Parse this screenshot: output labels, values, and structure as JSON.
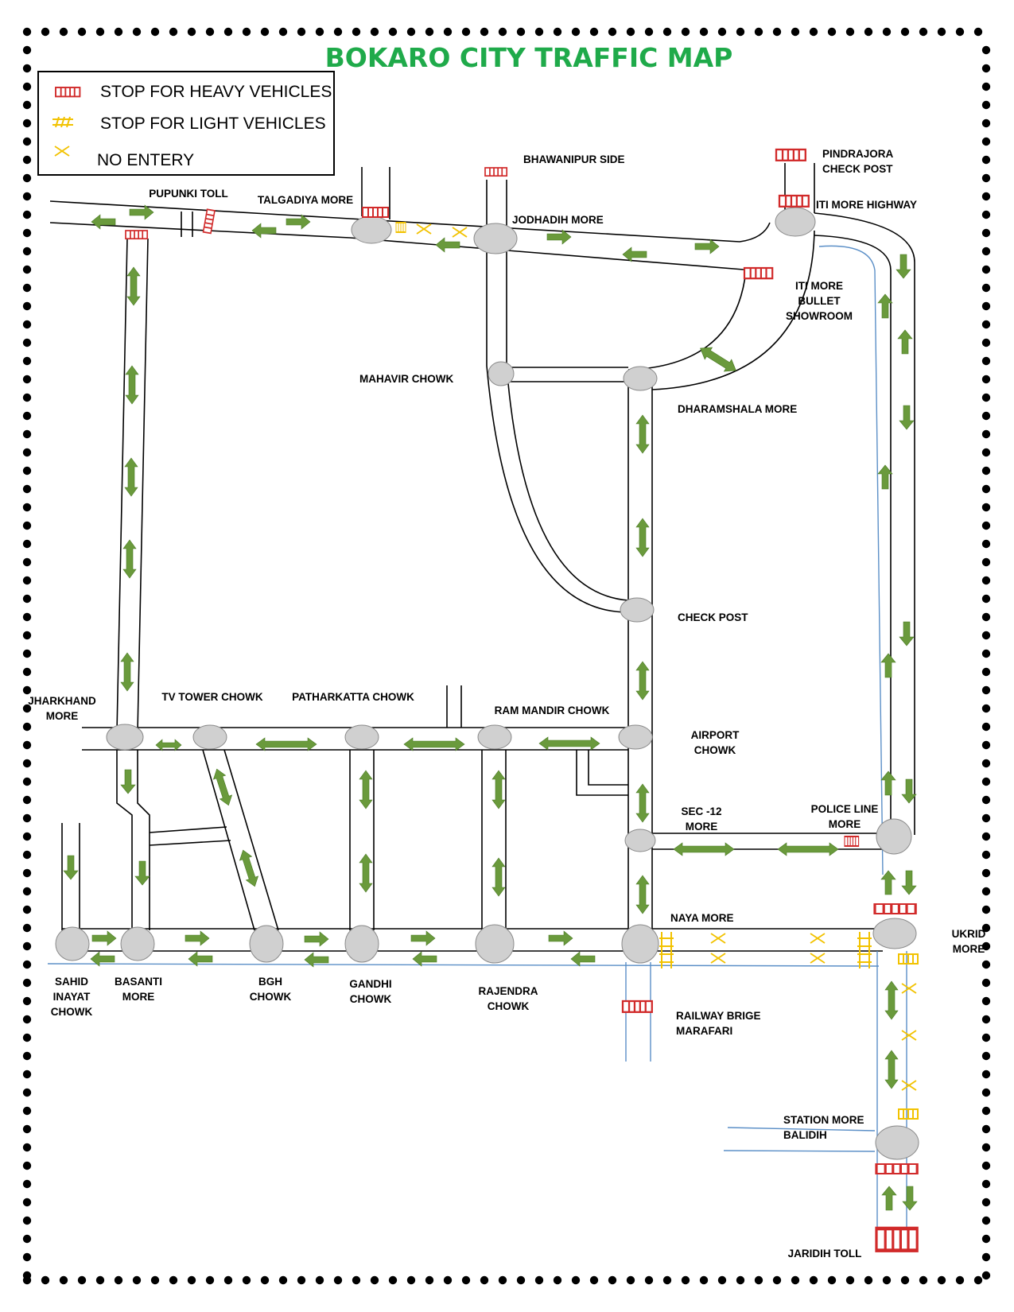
{
  "title": "BOKARO CITY TRAFFIC MAP",
  "colors": {
    "title": "#1faa4a",
    "heavy_stop": "#d12a2a",
    "light_stop": "#f2c200",
    "arrow": "#6a9a3c",
    "node": "#d0d0d0",
    "water_line": "#5b8fc7"
  },
  "legend": {
    "items": [
      {
        "label": "STOP FOR HEAVY VEHICLES",
        "icon": "heavy-stop-icon"
      },
      {
        "label": "STOP FOR LIGHT VEHICLES",
        "icon": "light-stop-icon"
      },
      {
        "label": "NO ENTERY",
        "icon": "no-entry-icon"
      }
    ]
  },
  "places": {
    "pupunki_toll": [
      "PUPUNKI TOLL"
    ],
    "talgadiya_more": [
      "TALGADIYA MORE"
    ],
    "bhawanipur_side": [
      "BHAWANIPUR SIDE"
    ],
    "jodhadih_more": [
      "JODHADIH MORE"
    ],
    "pindrajora_check_post": [
      "PINDRAJORA",
      "CHECK POST"
    ],
    "iti_more_highway": [
      "ITI MORE HIGHWAY"
    ],
    "iti_more_bullet_showroom": [
      "ITI MORE",
      "BULLET",
      "SHOWROOM"
    ],
    "mahavir_chowk": [
      "MAHAVIR CHOWK"
    ],
    "dharamshala_more": [
      "DHARAMSHALA MORE"
    ],
    "check_post": [
      "CHECK POST"
    ],
    "jharkhand_more": [
      "JHARKHAND",
      "MORE"
    ],
    "tv_tower_chowk": [
      "TV TOWER CHOWK"
    ],
    "patharkatta_chowk": [
      "PATHARKATTA CHOWK"
    ],
    "ram_mandir_chowk": [
      "RAM MANDIR CHOWK"
    ],
    "airport_chowk": [
      "AIRPORT",
      "CHOWK"
    ],
    "sec_12_more": [
      "SEC -12",
      "MORE"
    ],
    "police_line_more": [
      "POLICE LINE",
      "MORE"
    ],
    "naya_more": [
      "NAYA MORE"
    ],
    "ukrid_more": [
      "UKRID",
      "MORE"
    ],
    "sahid_inayat_chowk": [
      "SAHID",
      "INAYAT",
      "CHOWK"
    ],
    "basanti_more": [
      "BASANTI",
      "MORE"
    ],
    "bgh_chowk": [
      "BGH",
      "CHOWK"
    ],
    "gandhi_chowk": [
      "GANDHI",
      "CHOWK"
    ],
    "rajendra_chowk": [
      "RAJENDRA",
      "CHOWK"
    ],
    "railway_brige_marafari": [
      "RAILWAY BRIGE",
      "MARAFARI"
    ],
    "station_more_balidih": [
      "STATION MORE",
      "BALIDIH"
    ],
    "jaridih_toll": [
      "JARIDIH TOLL"
    ]
  }
}
